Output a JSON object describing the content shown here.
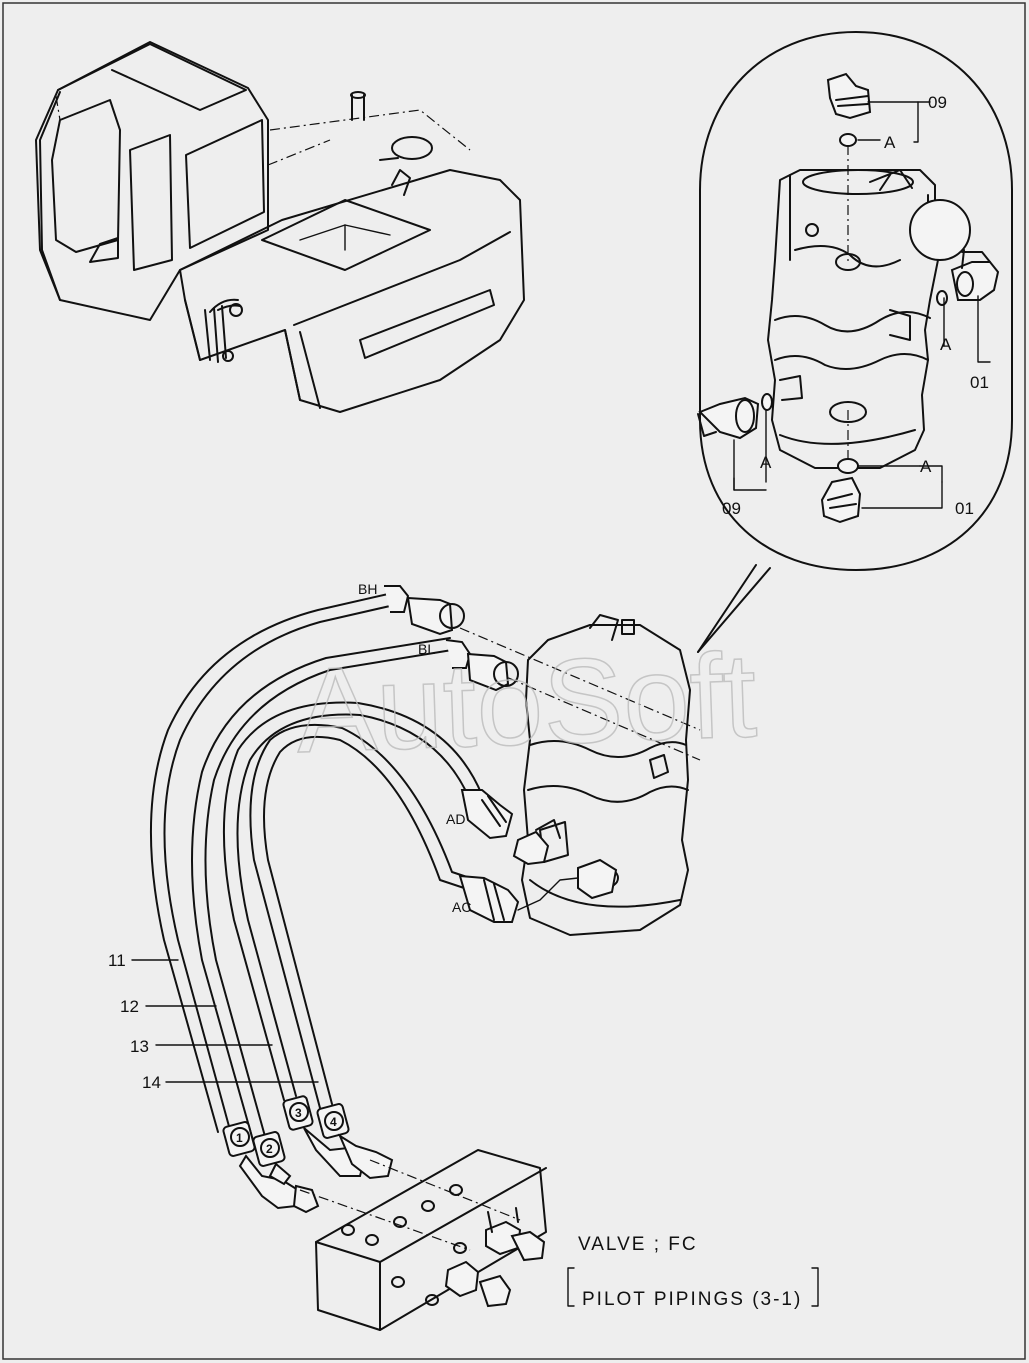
{
  "watermark": "AutoSoft",
  "caption": {
    "line1": "VALVE ; FC",
    "line2": "PILOT  PIPINGS  (3-1)"
  },
  "detail_labels": {
    "top_right_09": "09",
    "top_A": "A",
    "right_A": "A",
    "right_01": "01",
    "left_A": "A",
    "left_09": "09",
    "bottom_A": "A",
    "bottom_01": "01"
  },
  "port_labels": {
    "bh": "BH",
    "bl": "BL",
    "ad": "AD",
    "ac": "AC"
  },
  "hose_labels": {
    "h11": "11",
    "h12": "12",
    "h13": "13",
    "h14": "14"
  },
  "fitting_numbers": {
    "f1": "1",
    "f2": "2",
    "f3": "3",
    "f4": "4"
  }
}
